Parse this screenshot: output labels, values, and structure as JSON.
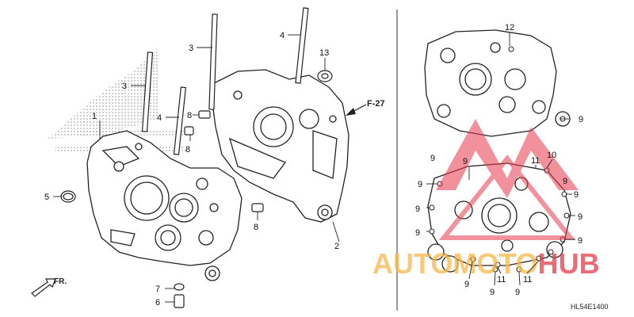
{
  "diagram_code": "HL54E1400",
  "direction_label": "FR.",
  "reference_label": "F-27",
  "watermark": {
    "brand": "AUTOMOTOHUB",
    "part1": "AUTOMOTO",
    "part2": "HUB",
    "color1": "#f7b84a",
    "color2": "#e8394a"
  },
  "callouts": [
    {
      "id": "c-1",
      "text": "1"
    },
    {
      "id": "c-2",
      "text": "2"
    },
    {
      "id": "c-3a",
      "text": "3"
    },
    {
      "id": "c-3b",
      "text": "3"
    },
    {
      "id": "c-4a",
      "text": "4"
    },
    {
      "id": "c-4b",
      "text": "4"
    },
    {
      "id": "c-5",
      "text": "5"
    },
    {
      "id": "c-6",
      "text": "6"
    },
    {
      "id": "c-7",
      "text": "7"
    },
    {
      "id": "c-8a",
      "text": "8"
    },
    {
      "id": "c-8b",
      "text": "8"
    },
    {
      "id": "c-8c",
      "text": "8"
    },
    {
      "id": "c-9a",
      "text": "9"
    },
    {
      "id": "c-9b",
      "text": "9"
    },
    {
      "id": "c-9c",
      "text": "9"
    },
    {
      "id": "c-9d",
      "text": "9"
    },
    {
      "id": "c-9e",
      "text": "9"
    },
    {
      "id": "c-9f",
      "text": "9"
    },
    {
      "id": "c-9g",
      "text": "9"
    },
    {
      "id": "c-9h",
      "text": "9"
    },
    {
      "id": "c-9i",
      "text": "9"
    },
    {
      "id": "c-9j",
      "text": "9"
    },
    {
      "id": "c-9k",
      "text": "9"
    },
    {
      "id": "c-9l",
      "text": "9"
    },
    {
      "id": "c-9m",
      "text": "9"
    },
    {
      "id": "c-10",
      "text": "10"
    },
    {
      "id": "c-11a",
      "text": "11"
    },
    {
      "id": "c-11b",
      "text": "11"
    },
    {
      "id": "c-11c",
      "text": "11"
    },
    {
      "id": "c-12",
      "text": "12"
    },
    {
      "id": "c-13",
      "text": "13"
    }
  ]
}
